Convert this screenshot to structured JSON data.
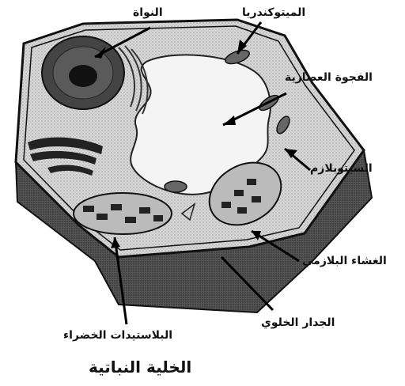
{
  "labels": {
    "nucleus": "النواة",
    "mitochondria": "الميتوكندريا",
    "vacuole": "الفجوة العصارية",
    "cytoplasm": "السيتوبلازم",
    "plasma_membrane": "الغشاء البلازمي",
    "cell_wall": "الجدار الخلوي",
    "chloroplasts": "البلاستيدات الخضراء"
  },
  "title": "الخلية النباتية"
}
